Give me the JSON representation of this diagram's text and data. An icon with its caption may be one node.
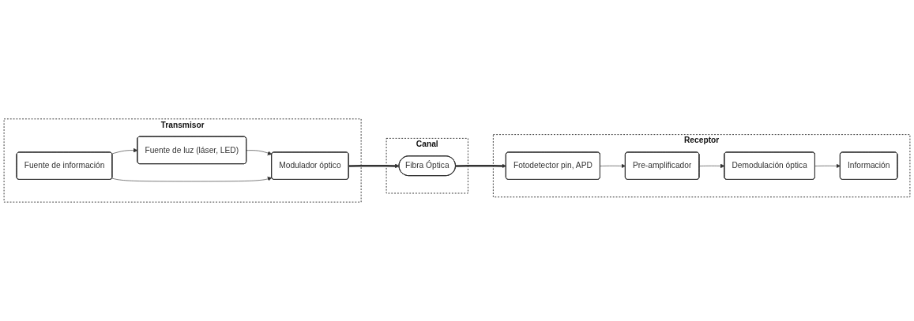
{
  "diagram": {
    "nodes": [
      {
        "text": [
          "Transmisor"
        ]
      },
      {
        "text": [
          "Fuente de luz (láser, LED)"
        ],
        "in": 0
      },
      {
        "text": [
          "Modulador óptico"
        ],
        "in": 0
      },
      {
        "text": [
          "Fuente de información"
        ],
        "in": 0
      },
      {
        "text": [
          "Canal"
        ]
      },
      {
        "text": [
          "Fibra Óptica"
        ],
        "in": 4
      },
      {
        "text": [
          "Receptor"
        ]
      },
      {
        "text": [
          "Fotodetector pin, APD"
        ],
        "in": 6
      },
      {
        "text": [
          "Pre-amplificador"
        ],
        "in": 6
      },
      {
        "text": [
          "Demodulación óptica"
        ],
        "in": 6
      },
      {
        "text": [
          "Información"
        ],
        "in": 6
      }
    ],
    "edges": [
      {
        "from": 1,
        "to": 2,
        "arrow": "to"
      },
      {
        "from": 3,
        "to": 1,
        "arrow": "to"
      },
      {
        "from": 3,
        "to": 2,
        "arrow": "to"
      },
      {
        "from": 2,
        "to": 5,
        "arrow": "to",
        "style": "thick"
      },
      {
        "from": 5,
        "to": 7,
        "arrow": "to",
        "style": "thick"
      },
      {
        "from": 7,
        "to": 8,
        "arrow": "to"
      },
      {
        "from": 8,
        "to": 9,
        "arrow": "to"
      },
      {
        "from": 9,
        "to": 10,
        "arrow": "to"
      }
    ]
  }
}
